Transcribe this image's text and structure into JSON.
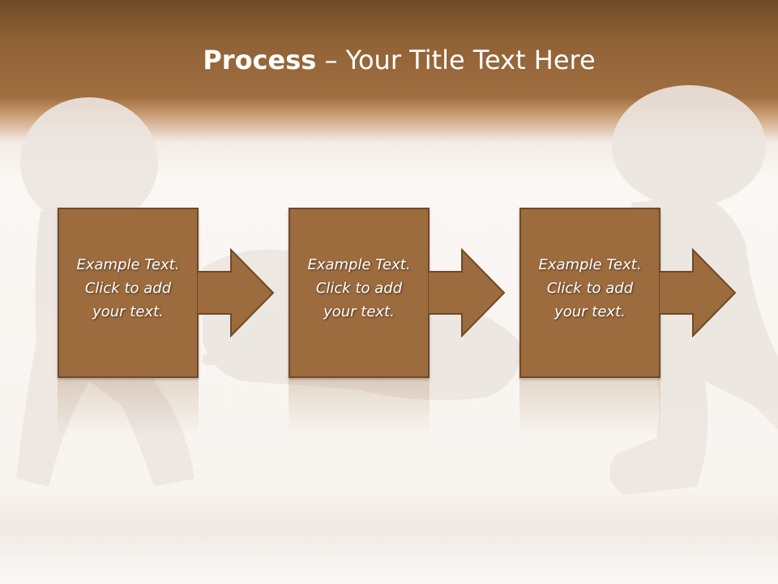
{
  "slide": {
    "title_bold": "Process",
    "title_rest": " – Your Title Text Here"
  },
  "steps": [
    {
      "line1": "Example Text.",
      "line2": "Click  to add",
      "line3": "your text."
    },
    {
      "line1": "Example Text.",
      "line2": "Click  to add",
      "line3": "your text."
    },
    {
      "line1": "Example Text.",
      "line2": "Click  to add",
      "line3": "your text."
    }
  ],
  "colors": {
    "box_fill": "#9c6b3e",
    "box_border": "#6e4a27",
    "header_brown": "#8f6236"
  }
}
